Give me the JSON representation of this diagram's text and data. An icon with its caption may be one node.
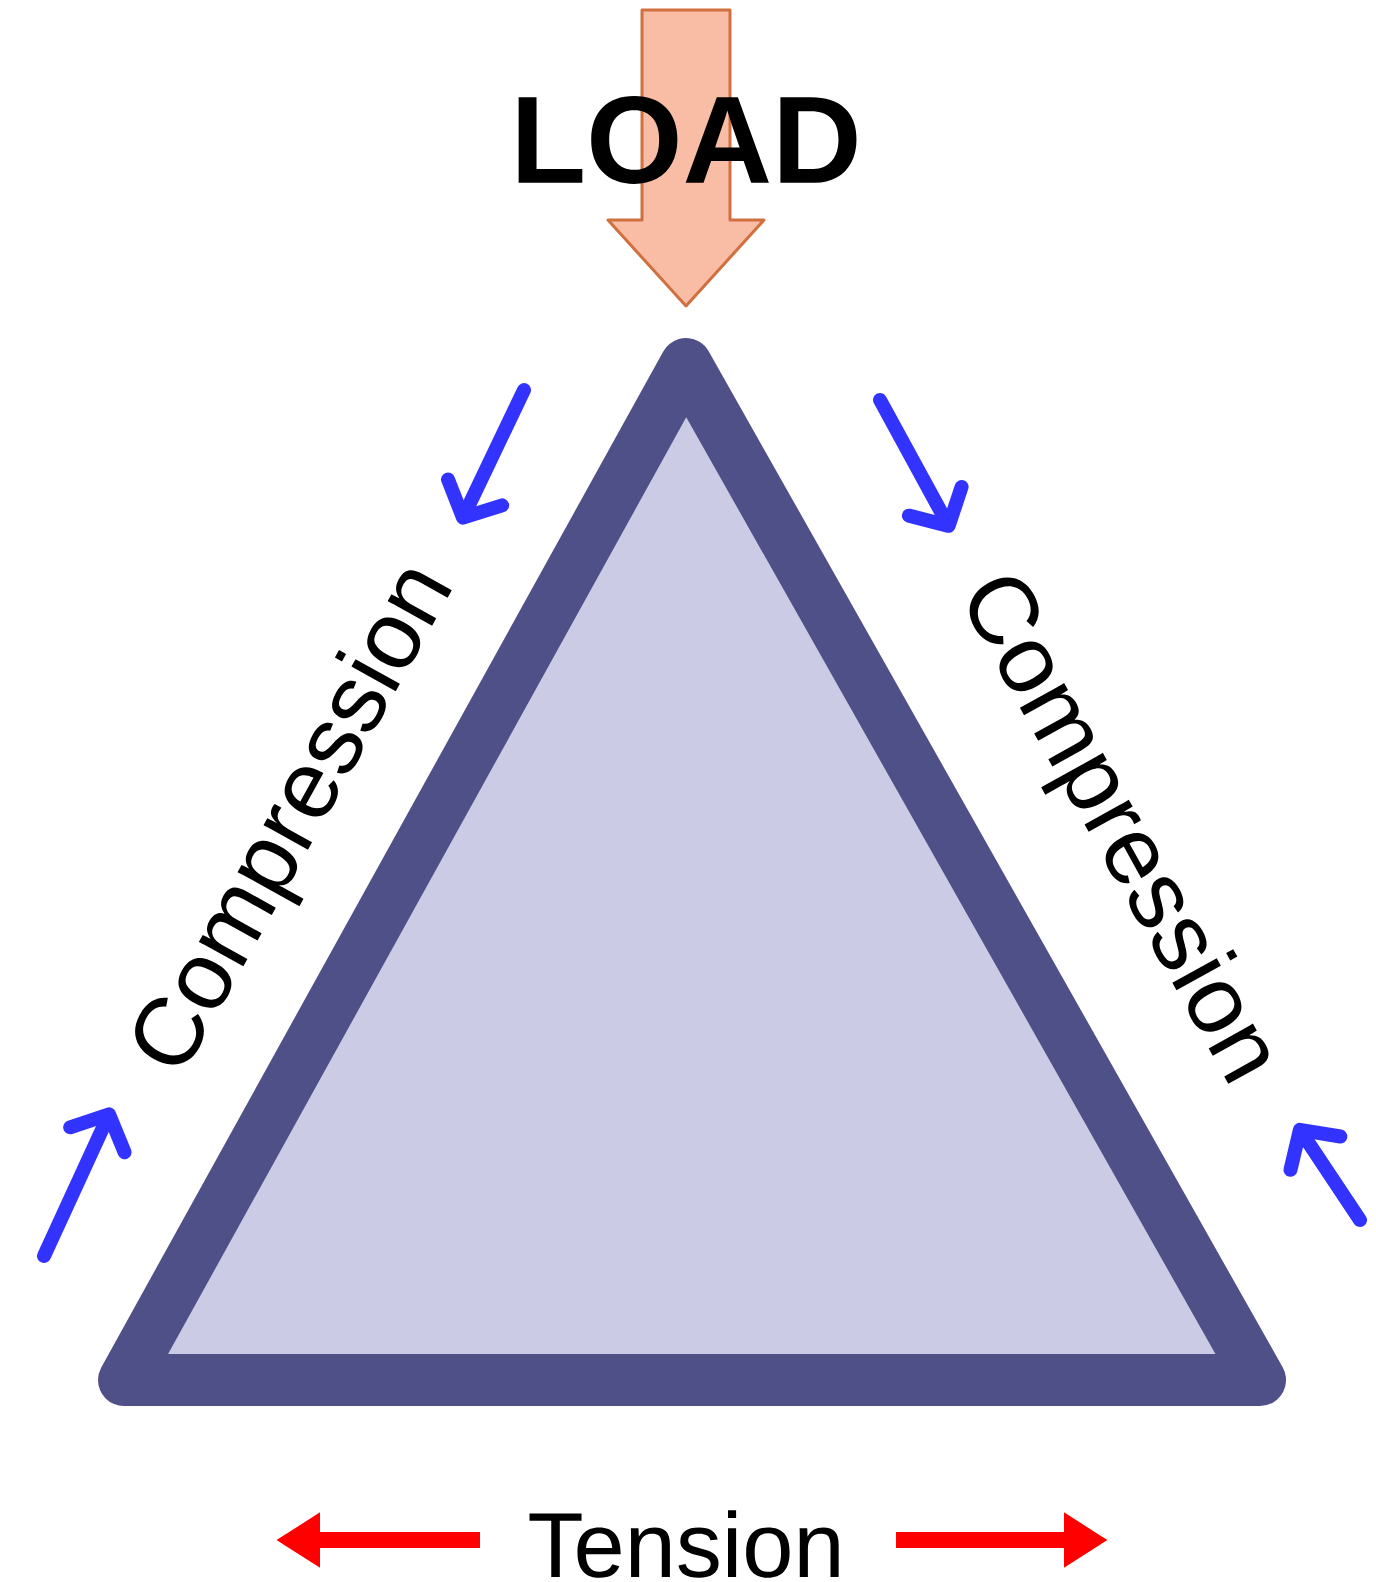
{
  "diagram": {
    "labels": [
      "LOAD",
      "Compression",
      "Compression",
      "Tension"
    ]
  }
}
